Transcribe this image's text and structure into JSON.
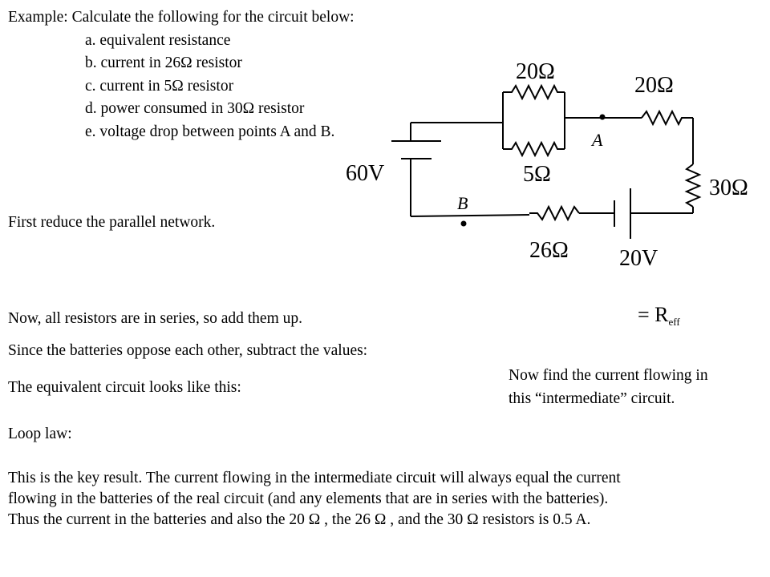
{
  "example": {
    "heading": "Example: Calculate the following  for the circuit below:",
    "items": [
      "a. equivalent resistance",
      "b. current in 26Ω resistor",
      "c. current in 5Ω resistor",
      "d. power consumed in 30Ω resistor",
      "e. voltage drop between points A and B."
    ]
  },
  "circuit": {
    "r_top": "20Ω",
    "r_parallel_bottom": "5Ω",
    "r_right_top": "20Ω",
    "r_vertical": "30Ω",
    "r_bottom": "26Ω",
    "battery_left": "60V",
    "battery_bottom": "20V",
    "point_a": "A",
    "point_b": "B"
  },
  "steps": {
    "reduce_parallel": "First reduce the parallel network.",
    "series_add": "Now, all resistors are in series, so add them up.",
    "r_eff": "= R",
    "r_eff_sub": "eff",
    "batteries_oppose": "Since the batteries oppose each other, subtract the values:",
    "equivalent_circuit": "The equivalent circuit looks like this:",
    "find_current_line1": "Now find the current flowing in",
    "find_current_line2": "this “intermediate” circuit.",
    "loop_law": "Loop law:"
  },
  "conclusion": {
    "line1": "This is the key result. The current flowing in the intermediate circuit will always equal the current",
    "line2": "flowing in the batteries of the real circuit  (and any elements that are in series with the batteries).",
    "line3": "Thus the current in the batteries and also the 20 Ω , the 26 Ω , and the 30 Ω  resistors is 0.5 A."
  }
}
